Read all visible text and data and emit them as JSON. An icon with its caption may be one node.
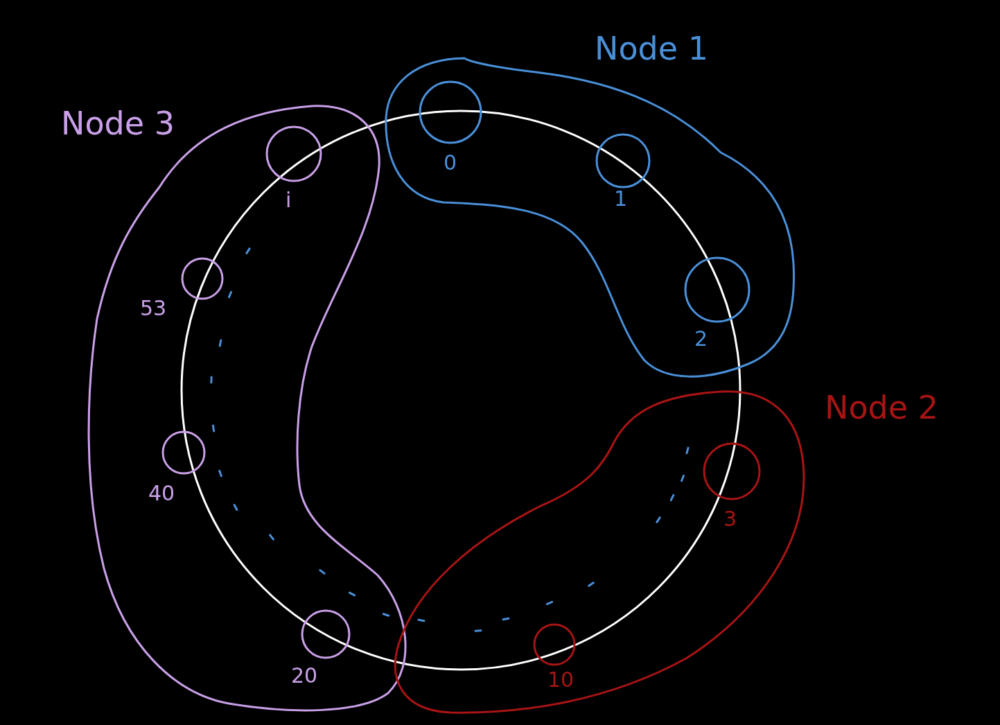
{
  "diagram": {
    "nodes": [
      {
        "text": [
          "Node 1"
        ]
      },
      {
        "text": [],
        "shape": "circle",
        "in": 0,
        "beside": [
          "0"
        ]
      },
      {
        "text": [],
        "shape": "circle",
        "in": 0,
        "beside": [
          "1"
        ]
      },
      {
        "text": [],
        "shape": "circle",
        "in": 0,
        "beside": [
          "2"
        ]
      },
      {
        "text": [
          "Node 3"
        ]
      },
      {
        "text": [],
        "shape": "circle",
        "in": 4,
        "beside": [
          "i"
        ]
      },
      {
        "text": [],
        "shape": "circle",
        "in": 4,
        "beside": [
          "53"
        ]
      },
      {
        "text": [],
        "shape": "circle",
        "in": 4,
        "beside": [
          "40"
        ]
      },
      {
        "text": [],
        "shape": "circle",
        "in": 4,
        "beside": [
          "20"
        ]
      },
      {
        "text": [
          "Node 2"
        ]
      },
      {
        "text": [],
        "shape": "circle",
        "in": 9,
        "beside": [
          "3"
        ]
      },
      {
        "text": [],
        "shape": "circle",
        "beside": [
          "10"
        ]
      },
      {
        "text": [],
        "shape": "circle"
      }
    ]
  }
}
